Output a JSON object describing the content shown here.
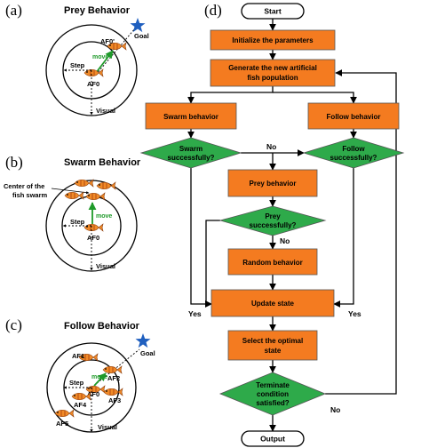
{
  "panels": {
    "a": {
      "label": "(a)",
      "title": "Prey Behavior",
      "goal": "Goal",
      "af0_top": "AF0'",
      "move": "move",
      "step": "Step",
      "af0": "AF0",
      "visual": "Visual"
    },
    "b": {
      "label": "(b)",
      "title": "Swarm Behavior",
      "center_line1": "Center of the",
      "center_line2": "fish swarm",
      "move": "move",
      "step": "Step",
      "af0": "AF0",
      "visual": "Visual"
    },
    "c": {
      "label": "(c)",
      "title": "Follow Behavior",
      "goal": "Goal",
      "af1": "AF1",
      "af2": "AF2",
      "af3": "AF3",
      "af4": "AF4",
      "af5": "AF5",
      "af0": "AF0",
      "move": "move",
      "step": "Step",
      "visual": "Visual"
    },
    "d": {
      "label": "(d)",
      "start": "Start",
      "init": "Initialize the parameters",
      "generate_line1": "Generate the new artificial",
      "generate_line2": "fish population",
      "swarm": "Swarm behavior",
      "follow": "Follow behavior",
      "swarm_q_line1": "Swarm",
      "swarm_q_line2": "successfully?",
      "follow_q_line1": "Follow",
      "follow_q_line2": "successfully?",
      "prey": "Prey behavior",
      "prey_q_line1": "Prey",
      "prey_q_line2": "successfully?",
      "random": "Random behavior",
      "update": "Update state",
      "select_line1": "Select the optimal",
      "select_line2": "state",
      "terminate_line1": "Terminate",
      "terminate_line2": "condition",
      "terminate_line3": "satisfied?",
      "output": "Output",
      "no": "No",
      "yes": "Yes"
    }
  },
  "colors": {
    "process_fill": "#f47b20",
    "decision_fill": "#2eaa4a",
    "move_arrow": "#1f9a2a",
    "goal_star": "#1f5fbf",
    "fish_body": "#f08a28",
    "fish_stripe": "#b54a10"
  }
}
